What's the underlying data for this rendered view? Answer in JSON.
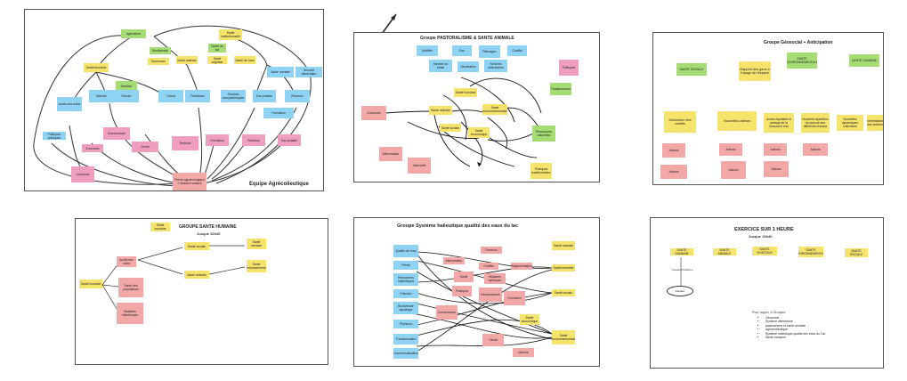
{
  "boards": [
    {
      "id": "agro",
      "title": "Equipe Agrécolieutique",
      "notes": [
        {
          "t": "Agriculture",
          "c": "g"
        },
        {
          "t": "Santé institutionnelle",
          "c": "y"
        },
        {
          "t": "Biodiversité",
          "c": "g"
        },
        {
          "t": "Santé humaine",
          "c": "y"
        },
        {
          "t": "Santé animale",
          "c": "y"
        },
        {
          "t": "Semences",
          "c": "y"
        },
        {
          "t": "Santé végétale",
          "c": "y"
        },
        {
          "t": "Santé du sol",
          "c": "g"
        },
        {
          "t": "Santé de l'eau",
          "c": "y"
        },
        {
          "t": "Santé mentale",
          "c": "b"
        },
        {
          "t": "Sécurité alimentaire",
          "c": "b"
        },
        {
          "t": "Nutrition",
          "c": "g"
        },
        {
          "t": "Accès aux soins",
          "c": "b"
        },
        {
          "t": "Marché",
          "c": "b"
        },
        {
          "t": "Foncier",
          "c": "b"
        },
        {
          "t": "Climat",
          "c": "b"
        },
        {
          "t": "Pesticides",
          "c": "b"
        },
        {
          "t": "Services écosystémiques",
          "c": "b"
        },
        {
          "t": "Eau potable",
          "c": "p"
        },
        {
          "t": "Revenus",
          "c": "p"
        },
        {
          "t": "Formation",
          "c": "p"
        },
        {
          "t": "Politiques publiques",
          "c": "p"
        },
        {
          "t": "Gouvernance",
          "c": "p"
        },
        {
          "t": "Zoonoses",
          "c": "p"
        },
        {
          "t": "Genre",
          "c": "p"
        },
        {
          "t": "Territoire",
          "c": "p"
        },
        {
          "t": "Ferme agroécologique + réseaux sociaux",
          "c": "r"
        }
      ]
    },
    {
      "id": "pasto",
      "title": "Groupe PASTORALISME & SANTE ANIMALE",
      "notes": [
        {
          "t": "Mobilité",
          "c": "b"
        },
        {
          "t": "Eau",
          "c": "b"
        },
        {
          "t": "Pâturages",
          "c": "b"
        },
        {
          "t": "Conflits",
          "c": "b"
        },
        {
          "t": "Marché du bétail",
          "c": "b"
        },
        {
          "t": "Vaccination",
          "c": "b"
        },
        {
          "t": "Services vétérinaires",
          "c": "b"
        },
        {
          "t": "Santé humaine",
          "c": "y"
        },
        {
          "t": "Santé animale",
          "c": "y"
        },
        {
          "t": "Santé environnementale",
          "c": "y"
        },
        {
          "t": "Santé sociale",
          "c": "y"
        },
        {
          "t": "Santé économique",
          "c": "y"
        },
        {
          "t": "Transhumance",
          "c": "g"
        },
        {
          "t": "Ressources naturelles",
          "c": "g"
        },
        {
          "t": "Zoonoses",
          "c": "r"
        },
        {
          "t": "Alimentation",
          "c": "r"
        },
        {
          "t": "Insécurité",
          "c": "r"
        },
        {
          "t": "Politiques",
          "c": "p"
        },
        {
          "t": "Pratiques traditionnelles",
          "c": "p"
        }
      ]
    },
    {
      "id": "geo",
      "title": "Groupe Géosocial + Anticipation",
      "top": [
        {
          "t": "SANTE SOCIALE",
          "c": "g"
        },
        {
          "t": "Rapport des gens à l'usage de l'espace",
          "c": "y"
        },
        {
          "t": "SANTE ENVIRONNEMENTALE",
          "c": "g"
        },
        {
          "t": "SANTE HUMAINE",
          "c": "g"
        }
      ],
      "mid": [
        {
          "t": "Diminution des conflits",
          "c": "y"
        },
        {
          "t": "Nouvelles valeurs",
          "c": "y"
        },
        {
          "t": "Accès équitable et partage de la ressource eau",
          "c": "y"
        },
        {
          "t": "Nouvelle répartition du pouvoir aux différents niveaux",
          "c": "y"
        },
        {
          "t": "Nouvelles dynamiques collectives",
          "c": "y"
        },
        {
          "t": "Interrelations des acteurs",
          "c": "y"
        }
      ],
      "low": [
        {
          "t": "Actions",
          "c": "r"
        },
        {
          "t": "Actions",
          "c": "r"
        },
        {
          "t": "Actions",
          "c": "r"
        },
        {
          "t": "Actions",
          "c": "r"
        }
      ]
    },
    {
      "id": "sante",
      "title": "GROUPE SANTE HUMAINE",
      "subtitle": "Jusque 10h40",
      "notes": [
        {
          "t": "Santé humaine",
          "c": "y"
        },
        {
          "t": "Santé sociale",
          "c": "y"
        },
        {
          "t": "Santé mentale",
          "c": "y"
        },
        {
          "t": "Santé environnementale",
          "c": "y"
        },
        {
          "t": "Santé animale",
          "c": "y"
        },
        {
          "t": "Accès aux soins",
          "c": "r"
        },
        {
          "t": "Santé des populations",
          "c": "r"
        },
        {
          "t": "Maladies infectieuses",
          "c": "r"
        }
      ]
    },
    {
      "id": "halieu",
      "title": "Groupe Système halieutique qualité des eaux du lac",
      "left": [
        {
          "t": "Qualité de l'eau"
        },
        {
          "t": "Pêche"
        },
        {
          "t": "Ressources halieutiques"
        },
        {
          "t": "Pollution"
        },
        {
          "t": "Biodiversité aquatique"
        },
        {
          "t": "Pêcheurs"
        },
        {
          "t": "Transformation"
        },
        {
          "t": "Commercialisation"
        }
      ],
      "mid": [
        {
          "t": "Revenus"
        },
        {
          "t": "Alimentation"
        },
        {
          "t": "Conflits"
        },
        {
          "t": "Réglementation"
        },
        {
          "t": "Santé"
        },
        {
          "t": "Maladies hydriques"
        },
        {
          "t": "Pratiques"
        },
        {
          "t": "Infrastructures"
        },
        {
          "t": "Formation"
        },
        {
          "t": "Gouvernance"
        },
        {
          "t": "Climat"
        },
        {
          "t": "Marché"
        }
      ],
      "right": [
        {
          "t": "Santé animale"
        },
        {
          "t": "Santé humaine"
        },
        {
          "t": "Santé sociale"
        },
        {
          "t": "Santé environnementale"
        },
        {
          "t": "Santé économique"
        }
      ]
    },
    {
      "id": "exo",
      "title": "EXERCICE SUR 1 HEURE",
      "subtitle": "Jusque 10h40",
      "notes": [
        {
          "t": "SANTE HUMAINE"
        },
        {
          "t": "SANTE ANIMALE"
        },
        {
          "t": "SANTE VEGETALE"
        },
        {
          "t": "SANTE ENVIRONNEMENTALE"
        },
        {
          "t": "SANTE SOCIALE"
        }
      ],
      "ellipse": "Facteur",
      "label": "Facteur/Problème",
      "intro": "Pour rappel, 6 Groupes",
      "bullets": [
        "Géosocial",
        "Système alimentaire",
        "pastoralisme et santé animale",
        "agroécolieutique",
        "Système halieutique qualité des eaux du Lac",
        "Santé humaine"
      ]
    }
  ]
}
